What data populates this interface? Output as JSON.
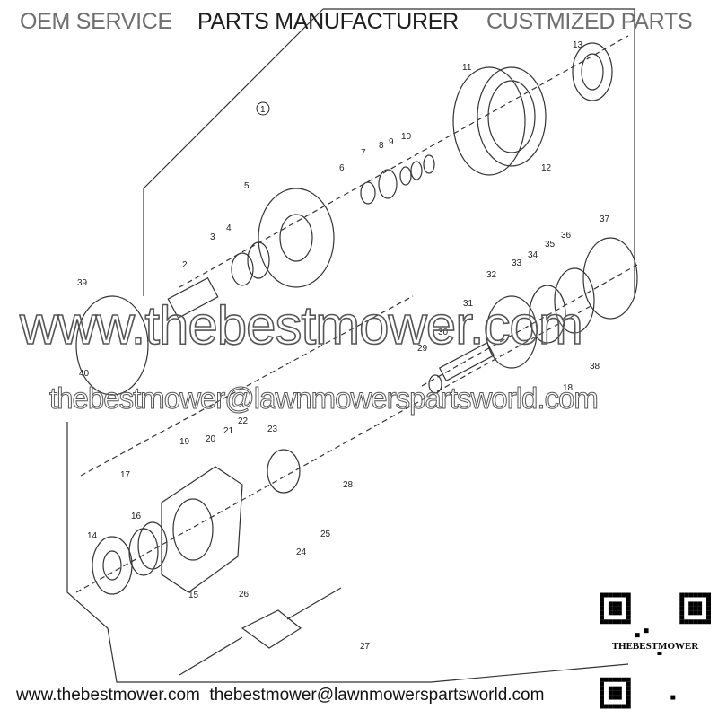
{
  "header": {
    "left": "OEM SERVICE",
    "center": "PARTS MANUFACTURER",
    "right": "CUSTMIZED PARTS"
  },
  "diagram": {
    "callouts": [
      "1",
      "2",
      "3",
      "4",
      "5",
      "6",
      "7",
      "8",
      "9",
      "10",
      "11",
      "12",
      "13",
      "14",
      "15",
      "16",
      "17",
      "18",
      "19",
      "20",
      "21",
      "22",
      "23",
      "24",
      "25",
      "26",
      "27",
      "28",
      "29",
      "30",
      "31",
      "32",
      "33",
      "34",
      "35",
      "36",
      "37",
      "38",
      "39",
      "40"
    ]
  },
  "watermark": {
    "site": "www.thebestmower.com",
    "email": "thebestmower@lawnmowerspartsworld.com"
  },
  "footer": {
    "site": "www.thebestmower.com",
    "email": "thebestmower@lawnmowerspartsworld.com"
  },
  "qr": {
    "label": "THEBESTMOWER"
  }
}
